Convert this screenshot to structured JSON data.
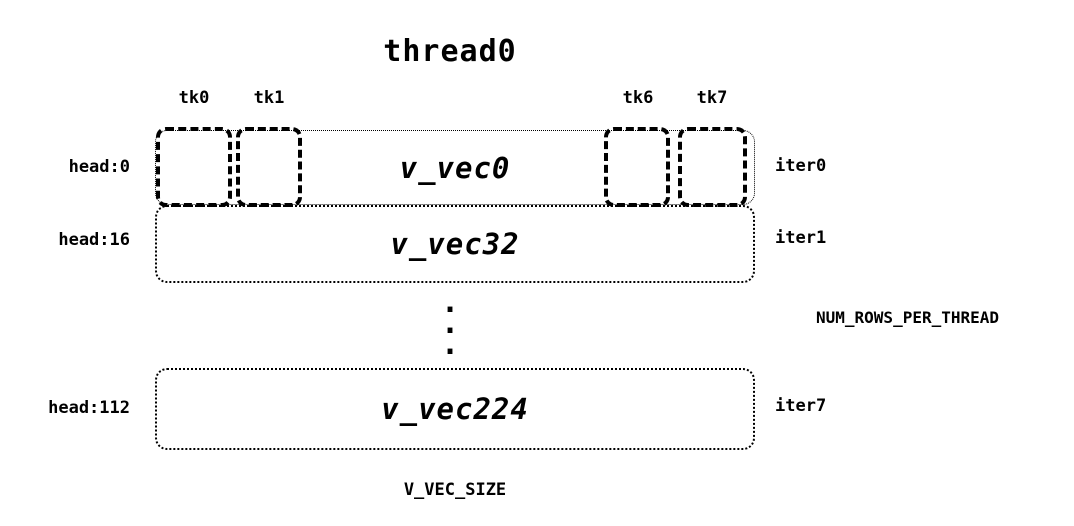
{
  "title": "thread0",
  "ticks": [
    {
      "label": "tk0"
    },
    {
      "label": "tk1"
    },
    {
      "label": "tk6"
    },
    {
      "label": "tk7"
    }
  ],
  "rows": [
    {
      "head": "head:0",
      "vec": "v_vec0",
      "iter": "iter0"
    },
    {
      "head": "head:16",
      "vec": "v_vec32",
      "iter": "iter1"
    },
    {
      "head": "head:112",
      "vec": "v_vec224",
      "iter": "iter7"
    }
  ],
  "ellipsis": ".\n.\n.",
  "annotations": {
    "num_rows": "NUM_ROWS_PER_THREAD",
    "v_vec_size": "V_VEC_SIZE"
  },
  "colors": {
    "foreground": "#000000",
    "background": "#ffffff"
  }
}
